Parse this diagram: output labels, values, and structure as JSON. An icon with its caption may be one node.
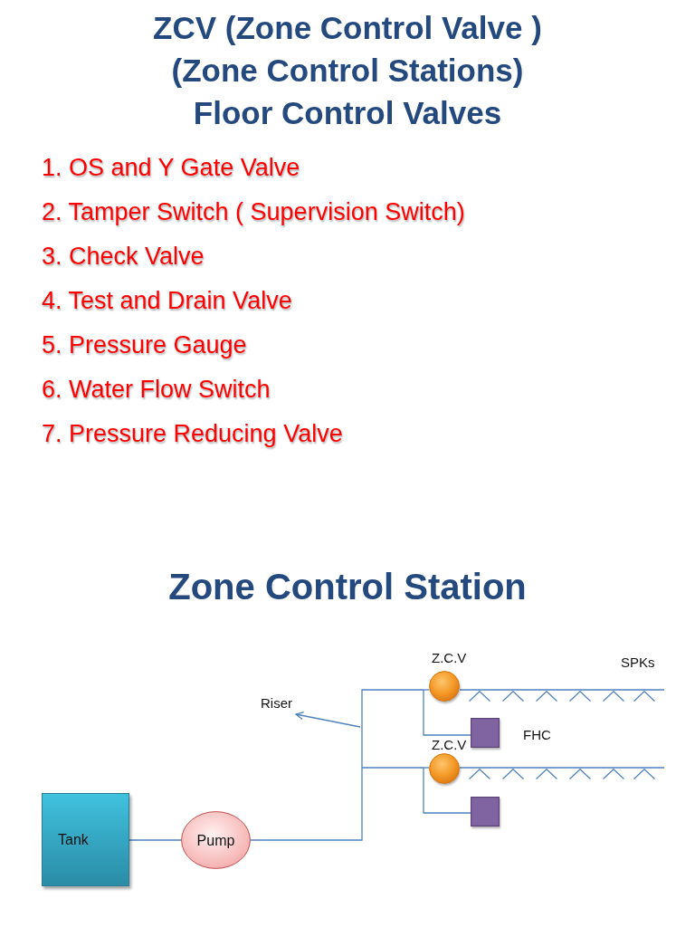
{
  "diagram": {
    "title": "ZCV (Zone Control Valve ) (Zone Control Stations) Floor Control Valves",
    "nodes": [
      {
        "text": [
          "Tank"
        ]
      },
      {
        "text": [
          "Pump"
        ]
      },
      {
        "text": [
          "Riser"
        ]
      },
      {
        "text": [],
        "shape": "circle",
        "beside": [
          "Z.C.V"
        ]
      },
      {
        "text": [],
        "shape": "box",
        "beside": [
          "FHC"
        ]
      },
      {
        "text": [],
        "shape": "circle",
        "beside": [
          "Z.C.V"
        ]
      },
      {
        "text": [],
        "shape": "box"
      }
    ],
    "edges": [
      {
        "from": 0,
        "to": 1,
        "arrow": "none"
      },
      {
        "from": 1,
        "to": 3,
        "arrow": "none"
      },
      {
        "from": 1,
        "to": 4,
        "arrow": "none"
      },
      {
        "from": 1,
        "to": 5,
        "arrow": "none"
      },
      {
        "from": 1,
        "to": 6,
        "arrow": "none"
      },
      {
        "from": 3,
        "to": null,
        "arrow": "none"
      },
      {
        "from": 5,
        "to": null,
        "arrow": "none"
      },
      {
        "from": null,
        "to": 2,
        "arrow": "to"
      }
    ],
    "labels": [
      "1. OS and Y Gate Valve",
      "2. Tamper Switch ( Supervision Switch)",
      "3. Check Valve",
      "4. Test and Drain Valve",
      "5. Pressure Gauge",
      "6. Water Flow Switch",
      "7. Pressure Reducing Valve",
      "Zone Control Station",
      "SPKs"
    ]
  }
}
